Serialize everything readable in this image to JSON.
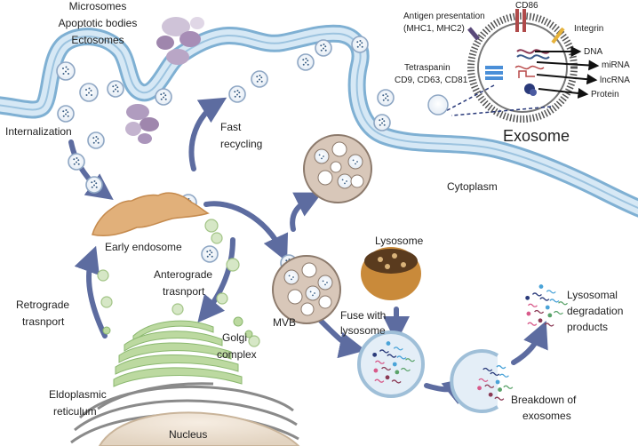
{
  "labels": {
    "microsomes": "Microsomes",
    "apoptotic_bodies": "Apoptotic bodies",
    "ectosomes": "Ectosomes",
    "internalization": "Internalization",
    "fast_recycling_1": "Fast",
    "fast_recycling_2": "recycling",
    "cytoplasm": "Cytoplasm",
    "early_endosome": "Early endosome",
    "anterograde_1": "Anterograde",
    "anterograde_2": "trasnport",
    "retrograde_1": "Retrograde",
    "retrograde_2": "trasnport",
    "golgi_1": "Golgi",
    "golgi_2": "complex",
    "er_1": "Eldoplasmic",
    "er_2": "reticulum",
    "nucleus": "Nucleus",
    "mvb": "MVB",
    "lysosome": "Lysosome",
    "fuse_1": "Fuse with",
    "fuse_2": "lysosome",
    "degradation_1": "Lysosomal",
    "degradation_2": "degradation",
    "degradation_3": "products",
    "breakdown_1": "Breakdown of",
    "breakdown_2": "exosomes"
  },
  "exosome_inset": {
    "title": "Exosome",
    "cd86": "CD86",
    "antigen_1": "Antigen presentation",
    "antigen_2": "(MHC1, MHC2)",
    "integrin": "Integrin",
    "tetraspanin_1": "Tetraspanin",
    "tetraspanin_2": "CD9, CD63, CD81",
    "cargo": [
      "DNA",
      "miRNA",
      "lncRNA",
      "Protein"
    ]
  },
  "colors": {
    "membrane_fill": "#b9d5ea",
    "membrane_line": "#7fb0d3",
    "arrow": "#5d6ca0",
    "vesicle_line": "#8fa7c4",
    "endosome": "#d9a66e",
    "mvb": "#d8c7b9",
    "golgi": "#b8d79a",
    "er": "#8a8a8a",
    "nucleus": "#ede0cf",
    "lysosome": "#c98a3a",
    "microsome": "#9f86ad"
  }
}
